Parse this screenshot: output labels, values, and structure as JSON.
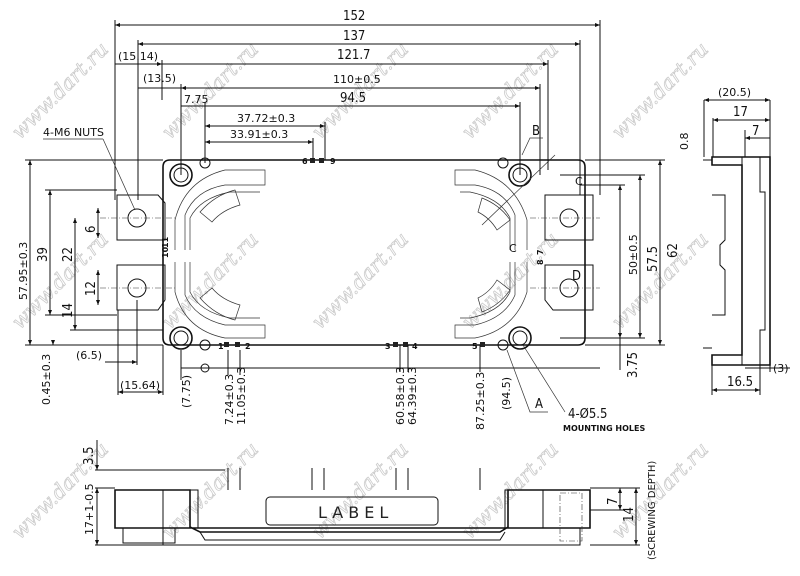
{
  "watermark": "www.dart.ru",
  "top_view": {
    "dims_horizontal": {
      "overall": "152",
      "d137": "137",
      "d121_7": "121.7",
      "d15_14": "(15.14)",
      "d110": "110±0.5",
      "d13_5": "(13.5)",
      "d94_5": "94.5",
      "d7_75": "7.75",
      "d37_72": "37.72±0.3",
      "d33_91": "33.91±0.3",
      "d6_5": "(6.5)",
      "d15_64": "(15.64)"
    },
    "dims_vertical": {
      "d57_95": "57.95±0.3",
      "d39": "39",
      "d22": "22",
      "d6": "6",
      "d12": "12",
      "d14": "14",
      "d0_45": "0.45±0.3",
      "d7_75b": "(7.75)",
      "d7_24": "7.24±0.3",
      "d11_05": "11.05±0.3",
      "d60_58": "60.58±0.3",
      "d64_39": "64.39±0.3",
      "d87_25": "87.25±0.3",
      "d94_5b": "(94.5)",
      "d50": "50±0.5",
      "d57_5": "57.5",
      "d62": "62",
      "d3_75": "3.75",
      "d0_8": "0.8"
    },
    "callouts": {
      "nuts": "4-M6 NUTS",
      "holes": "4-Ø5.5",
      "holes_sub": "MOUNTING HOLES",
      "A": "A",
      "B": "B",
      "C1": "C",
      "C2": "C",
      "D": "D"
    },
    "pin_labels": [
      "1",
      "2",
      "3",
      "4",
      "5",
      "6",
      "7",
      "8",
      "9",
      "10",
      "11"
    ]
  },
  "side_view": {
    "d20_5": "(20.5)",
    "d17": "17",
    "d7": "7",
    "d3": "(3)",
    "d16_5": "16.5"
  },
  "front_view": {
    "d3_5": "3.5",
    "d17tol": "17+1-0.5",
    "d7": "7",
    "d14": "14",
    "screw_depth": "(SCREWING DEPTH)",
    "label": "LABEL"
  }
}
